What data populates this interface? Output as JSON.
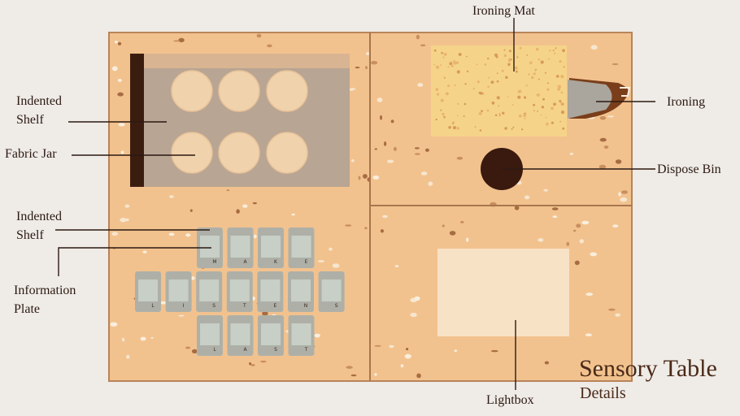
{
  "labels": {
    "indented_shelf_top": [
      "Indented",
      "Shelf"
    ],
    "fabric_jar": "Fabric Jar",
    "indented_shelf_bottom": [
      "Indented",
      "Shelf"
    ],
    "information_plate": [
      "Information",
      "Plate"
    ],
    "ironing_mat": "Ironing Mat",
    "ironing": "Ironing",
    "dispose_bin": "Dispose Bin",
    "lightbox": "Lightbox"
  },
  "title": {
    "main": "Sensory Table",
    "sub": "Details"
  },
  "tiles": {
    "row1": [
      "M",
      "A",
      "K",
      "E"
    ],
    "row2": [
      "L",
      "I",
      "S",
      "T",
      "E",
      "N",
      "S"
    ],
    "row3": [
      "L",
      "A",
      "S",
      "T"
    ]
  },
  "colors": {
    "background": "#efebe7",
    "table": "#f2c28e",
    "table_border": "#b8845a",
    "shelf_box": "#b8a593",
    "shelf_top": "#d9b493",
    "shelf_edge": "#3b1d10",
    "jar": "#f0d2ac",
    "ironing_mat": "#f5d489",
    "bin": "#3a1a0f",
    "lightbox": "#f7e2c6",
    "tile": "#aeb0a8",
    "tile_face": "#c7cfc6"
  }
}
